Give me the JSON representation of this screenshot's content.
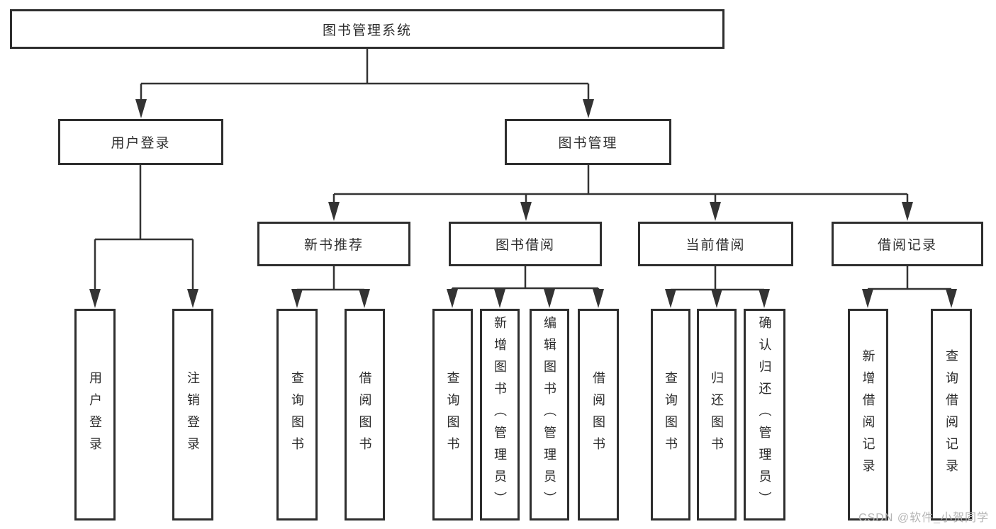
{
  "diagram": {
    "type": "tree",
    "root": {
      "label": "图书管理系统",
      "children": [
        {
          "label": "用户登录",
          "children": [
            {
              "label": "用户登录"
            },
            {
              "label": "注销登录"
            }
          ]
        },
        {
          "label": "图书管理",
          "children": [
            {
              "label": "新书推荐",
              "children": [
                {
                  "label": "查询图书"
                },
                {
                  "label": "借阅图书"
                }
              ]
            },
            {
              "label": "图书借阅",
              "children": [
                {
                  "label": "查询图书"
                },
                {
                  "label": "新增图书（管理员）"
                },
                {
                  "label": "编辑图书（管理员）"
                },
                {
                  "label": "借阅图书"
                }
              ]
            },
            {
              "label": "当前借阅",
              "children": [
                {
                  "label": "查询图书"
                },
                {
                  "label": "归还图书"
                },
                {
                  "label": "确认归还（管理员）"
                }
              ]
            },
            {
              "label": "借阅记录",
              "children": [
                {
                  "label": "新增借阅记录"
                },
                {
                  "label": "查询借阅记录"
                }
              ]
            }
          ]
        }
      ]
    }
  },
  "colors": {
    "line": "#333333",
    "box_border": "#2e2e2e",
    "text": "#2d2d2d",
    "watermark": "#b5b5b5",
    "background": "#ffffff"
  },
  "watermark": {
    "text": "CSDN @软件_小贺同学"
  }
}
